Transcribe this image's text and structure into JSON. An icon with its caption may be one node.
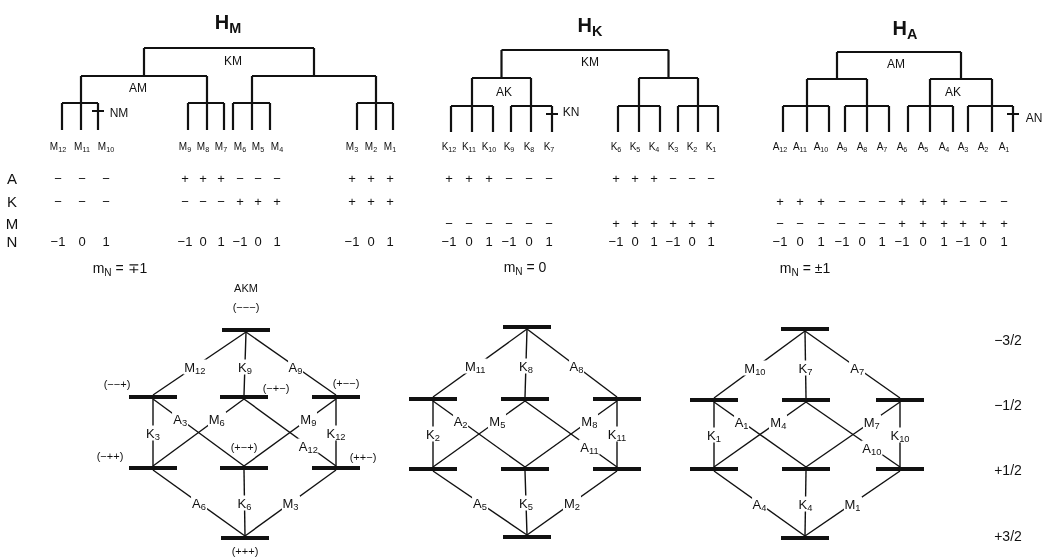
{
  "diagram": {
    "nodes": [
      {
        "text": [],
        "shape": "bar",
        "beside": [
          "AKM",
          "(−−−)"
        ]
      },
      {
        "text": [],
        "shape": "bar",
        "beside": [
          "(−−+)"
        ]
      },
      {
        "text": [],
        "shape": "bar",
        "beside": [
          "(−+−)"
        ]
      },
      {
        "text": [],
        "shape": "bar",
        "beside": [
          "(+−−)"
        ]
      },
      {
        "text": [],
        "shape": "bar",
        "beside": [
          "(−++)"
        ]
      },
      {
        "text": [],
        "shape": "bar",
        "beside": [
          "(+−+)"
        ]
      },
      {
        "text": [],
        "shape": "bar",
        "beside": [
          "(++−)"
        ]
      },
      {
        "text": [],
        "shape": "bar",
        "beside": [
          "(+++)"
        ]
      },
      {
        "text": [],
        "shape": "bar"
      },
      {
        "text": [],
        "shape": "bar"
      },
      {
        "text": [],
        "shape": "bar"
      },
      {
        "text": [],
        "shape": "bar"
      },
      {
        "text": [],
        "shape": "bar"
      },
      {
        "text": [],
        "shape": "bar"
      },
      {
        "text": [],
        "shape": "bar"
      },
      {
        "text": [],
        "shape": "bar"
      },
      {
        "text": [],
        "shape": "bar"
      },
      {
        "text": [],
        "shape": "bar"
      },
      {
        "text": [],
        "shape": "bar"
      },
      {
        "text": [],
        "shape": "bar"
      },
      {
        "text": [],
        "shape": "bar"
      },
      {
        "text": [],
        "shape": "bar"
      },
      {
        "text": [],
        "shape": "bar"
      },
      {
        "text": [],
        "shape": "bar"
      }
    ],
    "edges": [
      {
        "from": 0,
        "to": 1,
        "arrow": "none",
        "label": "M$_{12}$"
      },
      {
        "from": 0,
        "to": 2,
        "arrow": "none",
        "label": "K$_{9}$"
      },
      {
        "from": 0,
        "to": 3,
        "arrow": "none",
        "label": "A$_{9}$"
      },
      {
        "from": 1,
        "to": 4,
        "arrow": "none",
        "label": "K$_{3}$"
      },
      {
        "from": 1,
        "to": 5,
        "arrow": "none",
        "label": "A$_{3}$"
      },
      {
        "from": 2,
        "to": 4,
        "arrow": "none",
        "label": "M$_{6}$"
      },
      {
        "from": 2,
        "to": 6,
        "arrow": "none",
        "label": "A$_{12}$"
      },
      {
        "from": 3,
        "to": 5,
        "arrow": "none",
        "label": "M$_{9}$"
      },
      {
        "from": 3,
        "to": 6,
        "arrow": "none",
        "label": "K$_{12}$"
      },
      {
        "from": 4,
        "to": 7,
        "arrow": "none",
        "label": "A$_{6}$"
      },
      {
        "from": 5,
        "to": 7,
        "arrow": "none",
        "label": "K$_{6}$"
      },
      {
        "from": 6,
        "to": 7,
        "arrow": "none",
        "label": "M$_{3}$"
      },
      {
        "from": 8,
        "to": 9,
        "arrow": "none",
        "label": "M$_{11}$"
      },
      {
        "from": 8,
        "to": 10,
        "arrow": "none",
        "label": "K$_{8}$"
      },
      {
        "from": 8,
        "to": 11,
        "arrow": "none",
        "label": "A$_{8}$"
      },
      {
        "from": 9,
        "to": 12,
        "arrow": "none",
        "label": "K$_{2}$"
      },
      {
        "from": 9,
        "to": 13,
        "arrow": "none",
        "label": "A$_{2}$"
      },
      {
        "from": 10,
        "to": 12,
        "arrow": "none",
        "label": "M$_{5}$"
      },
      {
        "from": 10,
        "to": 14,
        "arrow": "none",
        "label": "A$_{11}$"
      },
      {
        "from": 11,
        "to": 13,
        "arrow": "none",
        "label": "M$_{8}$"
      },
      {
        "from": 11,
        "to": 14,
        "arrow": "none",
        "label": "K$_{11}$"
      },
      {
        "from": 12,
        "to": 15,
        "arrow": "none",
        "label": "A$_{5}$"
      },
      {
        "from": 13,
        "to": 15,
        "arrow": "none",
        "label": "K$_{5}$"
      },
      {
        "from": 14,
        "to": 15,
        "arrow": "none",
        "label": "M$_{2}$"
      },
      {
        "from": 16,
        "to": 17,
        "arrow": "none",
        "label": "M$_{10}$"
      },
      {
        "from": 16,
        "to": 18,
        "arrow": "none",
        "label": "K$_{7}$"
      },
      {
        "from": 16,
        "to": 19,
        "arrow": "none",
        "label": "A$_{7}$"
      },
      {
        "from": 17,
        "to": 20,
        "arrow": "none",
        "label": "K$_{1}$"
      },
      {
        "from": 17,
        "to": 21,
        "arrow": "none",
        "label": "A$_{1}$"
      },
      {
        "from": 18,
        "to": 20,
        "arrow": "none",
        "label": "M$_{4}$"
      },
      {
        "from": 18,
        "to": 22,
        "arrow": "none",
        "label": "A$_{10}$"
      },
      {
        "from": 19,
        "to": 21,
        "arrow": "none",
        "label": "M$_{7}$"
      },
      {
        "from": 19,
        "to": 22,
        "arrow": "none",
        "label": "K$_{10}$"
      },
      {
        "from": 20,
        "to": 23,
        "arrow": "none",
        "label": "A$_{4}$"
      },
      {
        "from": 21,
        "to": 23,
        "arrow": "none",
        "label": "K$_{4}$"
      },
      {
        "from": 22,
        "to": 23,
        "arrow": "none",
        "label": "M$_{1}$"
      }
    ],
    "labels": [
      "H$_{M}$",
      "H$_{K}$",
      "H$_{A}$",
      "KM",
      "AM",
      "NM",
      "KM",
      "AK",
      "KN",
      "AM",
      "AK",
      "AN",
      "M$_{12}$",
      "M$_{11}$",
      "M$_{10}$",
      "M$_{9}$",
      "M$_{8}$",
      "M$_{7}$",
      "M$_{6}$",
      "M$_{5}$",
      "M$_{4}$",
      "M$_{3}$",
      "M$_{2}$",
      "M$_{1}$",
      "K$_{12}$",
      "K$_{11}$",
      "K$_{10}$",
      "K$_{9}$",
      "K$_{8}$",
      "K$_{7}$",
      "K$_{6}$",
      "K$_{5}$",
      "K$_{4}$",
      "K$_{3}$",
      "K$_{2}$",
      "K$_{1}$",
      "A$_{12}$",
      "A$_{11}$",
      "A$_{10}$",
      "A$_{9}$",
      "A$_{8}$",
      "A$_{7}$",
      "A$_{6}$",
      "A$_{5}$",
      "A$_{4}$",
      "A$_{3}$",
      "A$_{2}$",
      "A$_{1}$",
      "A",
      "−",
      "−",
      "−",
      "+",
      "+",
      "+",
      "−",
      "−",
      "−",
      "+",
      "+",
      "+",
      "+",
      "+",
      "+",
      "−",
      "−",
      "−",
      "+",
      "+",
      "+",
      "−",
      "−",
      "−",
      "K",
      "−",
      "−",
      "−",
      "−",
      "−",
      "−",
      "+",
      "+",
      "+",
      "+",
      "+",
      "+",
      "+",
      "+",
      "+",
      "−",
      "−",
      "−",
      "+",
      "+",
      "+",
      "−",
      "−",
      "−",
      "M",
      "−",
      "−",
      "−",
      "−",
      "−",
      "−",
      "+",
      "+",
      "+",
      "+",
      "+",
      "+",
      "−",
      "−",
      "−",
      "−",
      "−",
      "−",
      "+",
      "+",
      "+",
      "+",
      "+",
      "+",
      "N",
      "−1",
      "0",
      "1",
      "−1",
      "0",
      "1",
      "−1",
      "0",
      "1",
      "−1",
      "0",
      "1",
      "−1",
      "0",
      "1",
      "−1",
      "0",
      "1",
      "−1",
      "0",
      "1",
      "−1",
      "0",
      "1",
      "−1",
      "0",
      "1",
      "−1",
      "0",
      "1",
      "−1",
      "0",
      "1",
      "−1",
      "0",
      "1",
      "m$_{N}$ = ∓1",
      "m$_{N}$ = 0",
      "m$_{N}$ = ±1",
      "−3/2",
      "−1/2",
      "+1/2",
      "+3/2"
    ]
  }
}
